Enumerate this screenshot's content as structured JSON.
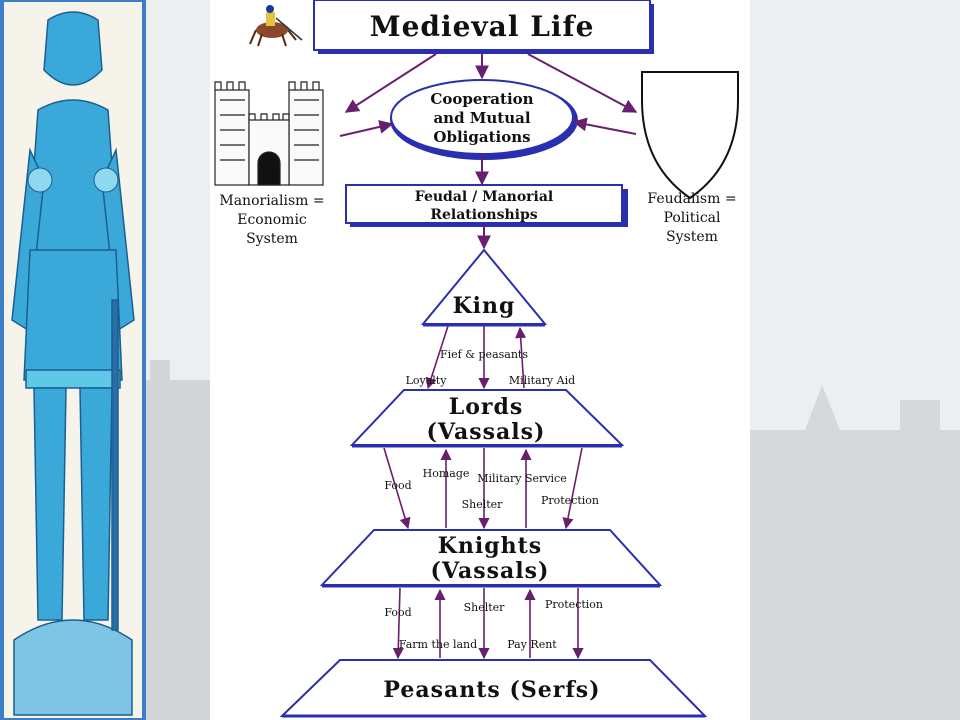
{
  "title": "Medieval Life",
  "center": {
    "oval_lines": [
      "Cooperation",
      "and Mutual",
      "Obligations"
    ],
    "banner_lines": [
      "Feudal / Manorial",
      "Relationships"
    ]
  },
  "left_caption": [
    "Manorialism =",
    "Economic",
    "System"
  ],
  "right_caption": [
    "Feudalism =",
    "Political",
    "System"
  ],
  "tiers": {
    "king": [
      "King"
    ],
    "lords": [
      "Lords",
      "(Vassals)"
    ],
    "knights": [
      "Knights",
      "(Vassals)"
    ],
    "peasants": [
      "Peasants (Serfs)"
    ]
  },
  "relations": {
    "king_lords": {
      "fief": "Fief & peasants",
      "loyalty": "Loyalty",
      "military_aid": "Military Aid"
    },
    "lords_knights": {
      "food": "Food",
      "homage": "Homage",
      "military_service": "Military Service",
      "shelter": "Shelter",
      "protection": "Protection"
    },
    "knights_peasants": {
      "food": "Food",
      "shelter": "Shelter",
      "protection": "Protection",
      "farm": "Farm the land",
      "rent": "Pay Rent"
    }
  },
  "colors": {
    "border_blue": "#2a2fb0",
    "arrow_purple": "#6a1f6e",
    "knight_blue": "#3aa8d8",
    "frame_blue": "#3c7fc8"
  }
}
